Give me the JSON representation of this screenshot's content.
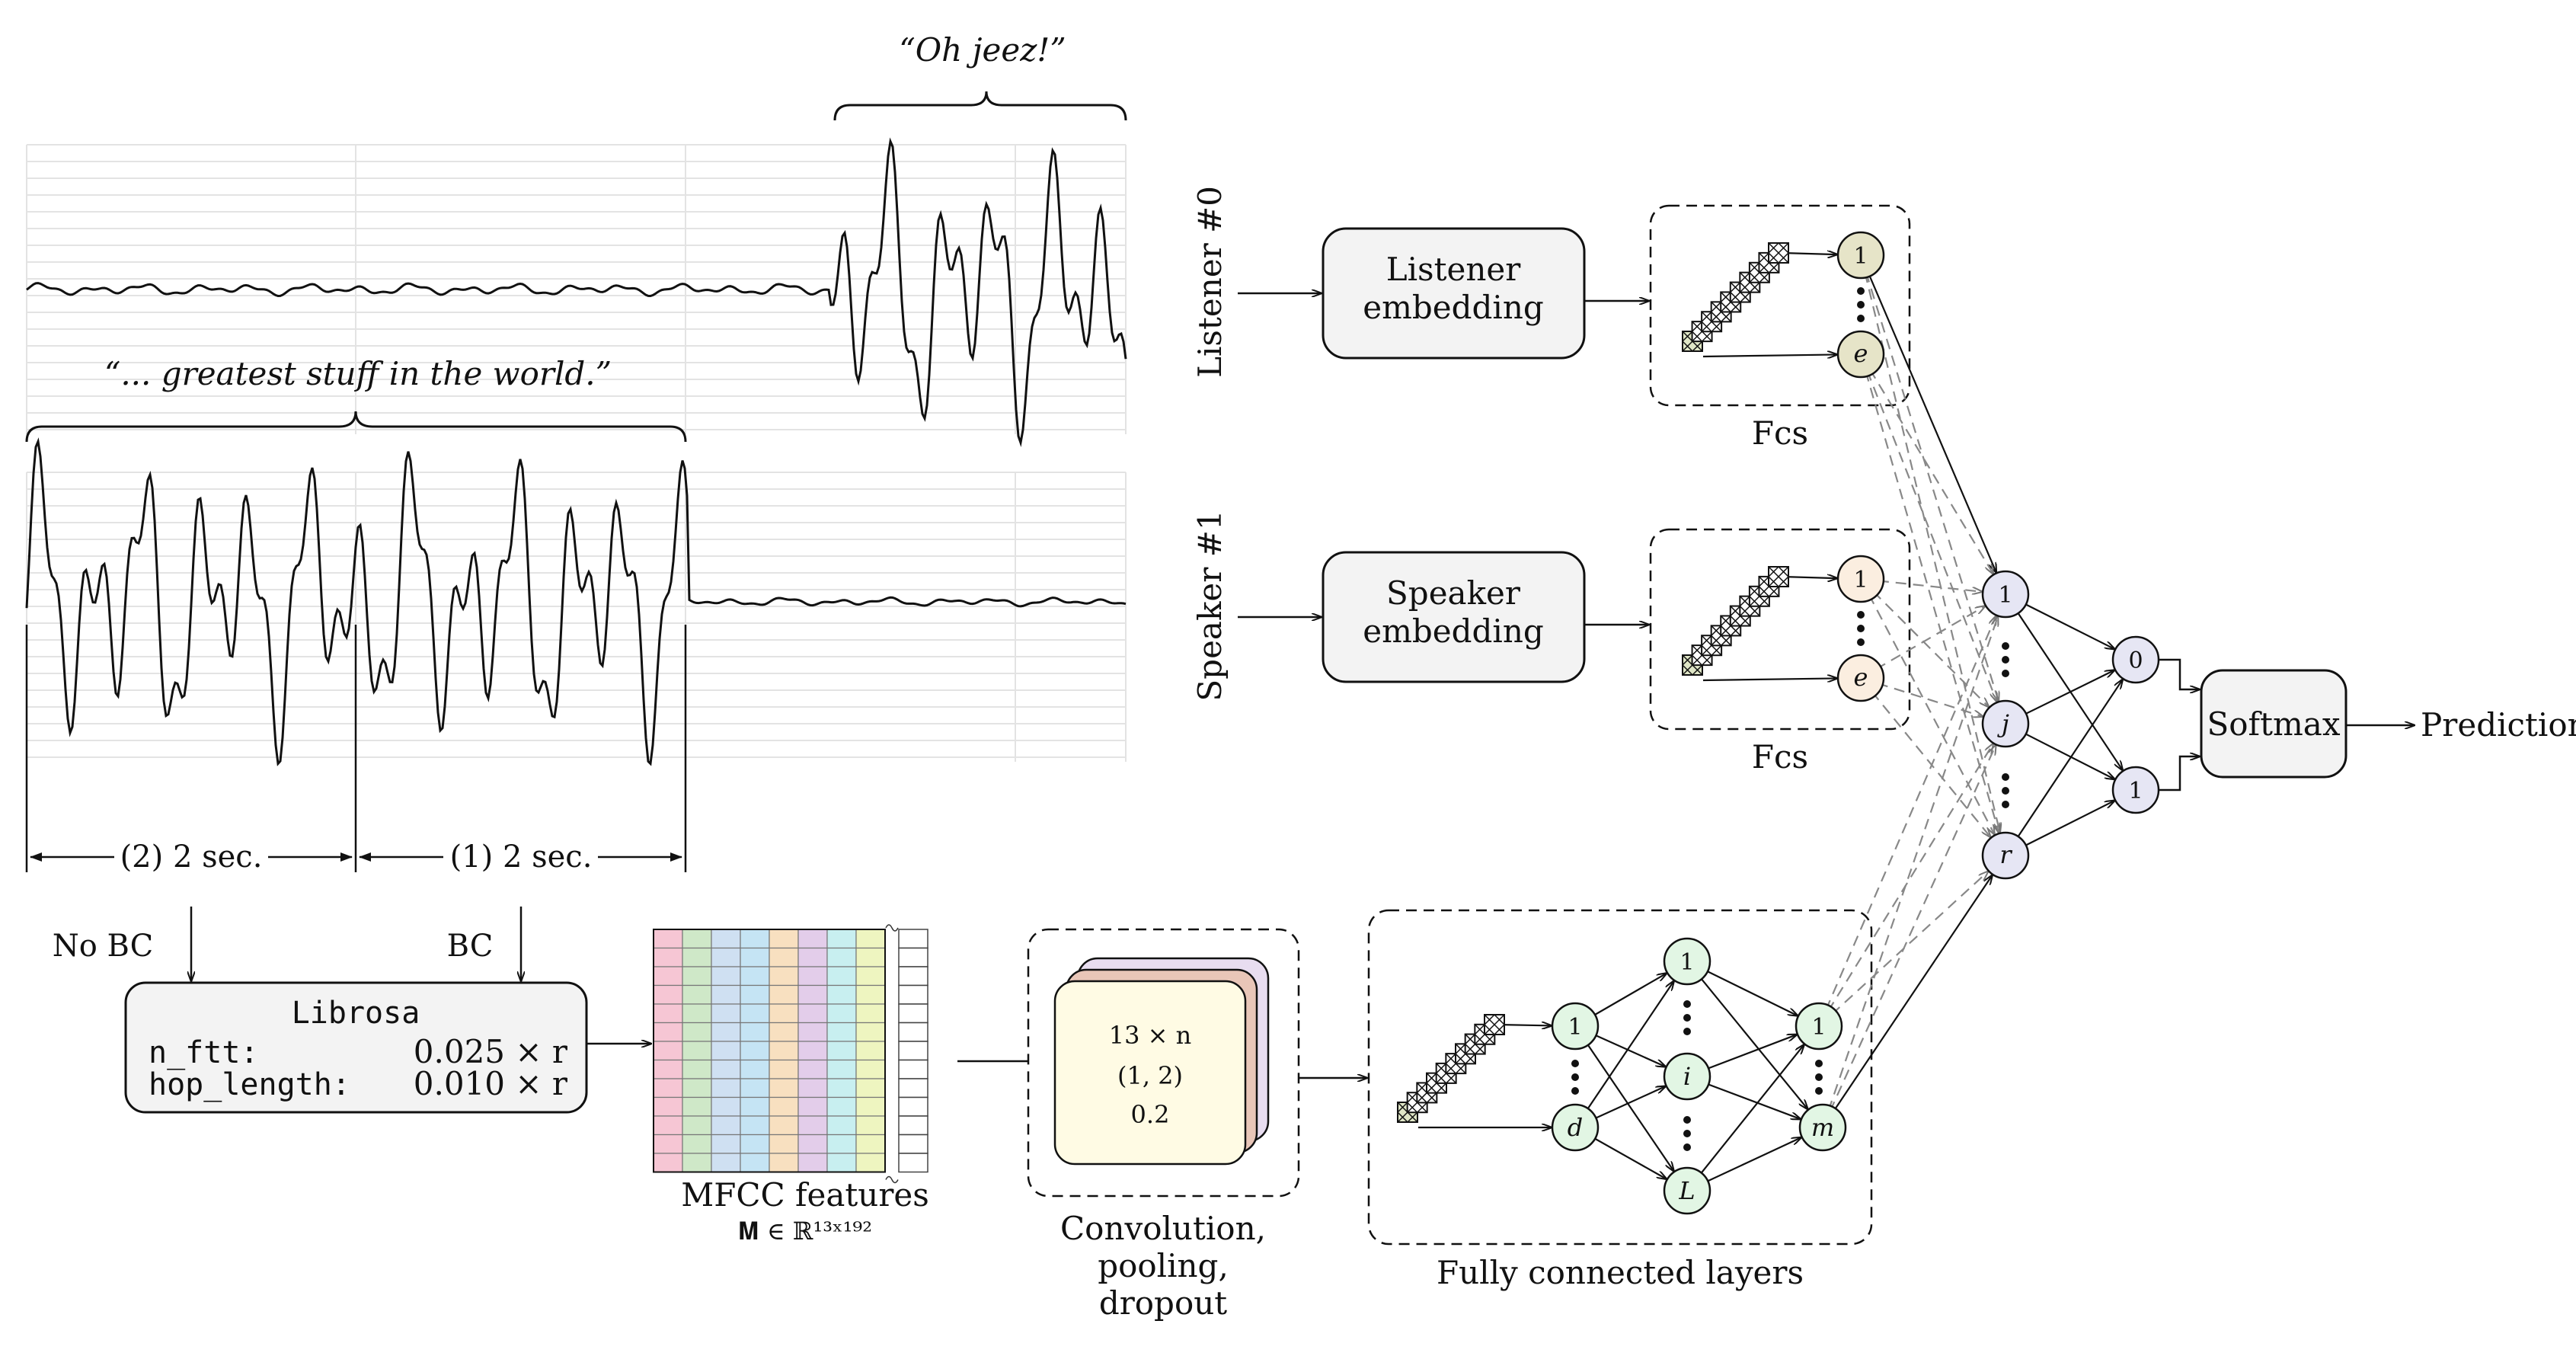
{
  "quotes": {
    "top": "“Oh jeez!”",
    "bottom": "“... greatest stuff in the world.”"
  },
  "timing": {
    "seg2": "(2) 2 sec.",
    "seg1": "(1) 2 sec.",
    "no_bc": "No BC",
    "bc": "BC"
  },
  "librosa": {
    "title": "Librosa",
    "param1_name": "n_ftt:",
    "param1_value": "0.025 × r",
    "param2_name": "hop_length:",
    "param2_value": "0.010 × r"
  },
  "mfcc": {
    "label": "MFCC features",
    "math": "𝐌 ∈ ℝ¹³ˣ¹⁹²",
    "column_colors": [
      "#f6c6d4",
      "#cfe8c8",
      "#cfe0f2",
      "#c5e4f4",
      "#f8e0c0",
      "#e3cdea",
      "#c8eff0",
      "#eef5c0"
    ]
  },
  "conv": {
    "line1": "13 × n",
    "line2": "(1, 2)",
    "line3": "0.2",
    "label_lines": [
      "Convolution,",
      "pooling,",
      "dropout"
    ]
  },
  "fc_block": {
    "label": "Fully connected layers",
    "nodes": {
      "n1": "1",
      "nd": "d",
      "h1": "1",
      "hi": "i",
      "hL": "L",
      "o1": "1",
      "om": "m"
    }
  },
  "listener": {
    "side_label": "Listener  #0",
    "box_line1": "Listener",
    "box_line2": "embedding",
    "fcs_label": "Fcs",
    "node_top": "1",
    "node_bottom": "e"
  },
  "speaker": {
    "side_label": "Speaker #1",
    "box_line1": "Speaker",
    "box_line2": "embedding",
    "fcs_label": "Fcs",
    "node_top": "1",
    "node_bottom": "e"
  },
  "merge_nodes": {
    "top": "1",
    "mid": "j",
    "bottom": "r"
  },
  "output_nodes": {
    "top": "0",
    "bottom": "1"
  },
  "softmax": "Softmax",
  "prediction": "Prediction",
  "colors": {
    "box_fill": "#f3f3f3",
    "listener_node": "#e6e4c8",
    "speaker_node": "#fbeee0",
    "fc_node": "#e2f6e4",
    "merge_node": "#e6e6f4",
    "conv_front": "#fffbe4",
    "conv_mid": "#e9c6b8",
    "conv_back": "#e8ddf0"
  }
}
